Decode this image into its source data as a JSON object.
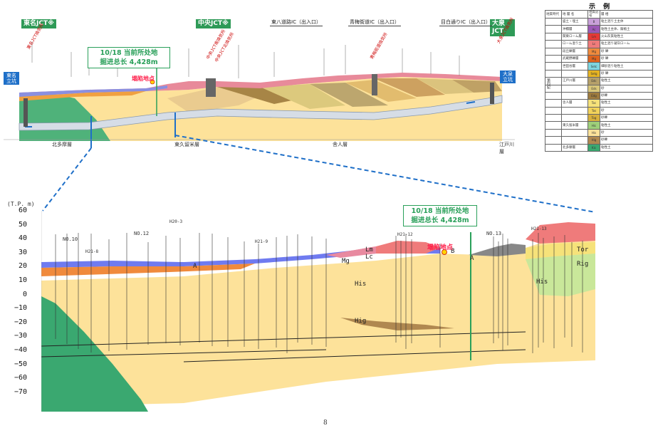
{
  "top_profile": {
    "jcts": {
      "left": "東名JCT",
      "center": "中央JCT",
      "right": "大泉JCT"
    },
    "jct_mark": "※",
    "shafts": {
      "left": "東名立坑",
      "right": "大泉立坑"
    },
    "ic_labels": [
      "東八道路IC",
      "青梅街道IC",
      "目白通りIC"
    ],
    "ic_suffix": "（出入口）",
    "station_labels": [
      "東名JCT換気所",
      "中央JCT南換気所",
      "中央JCT北換気所",
      "青梅街道換気所",
      "大泉JCT換気所"
    ],
    "progress_note": {
      "date_line": "10/18 当前所处地",
      "length_line": "掘进总长 4,428m"
    },
    "collapse_label": "塌陷地点",
    "bottom_layers": [
      "北多摩層",
      "東久留米層",
      "舎人層",
      "江戸川層"
    ]
  },
  "legend": {
    "title": "示 例",
    "header": [
      "地質時代",
      "地 層 名",
      "地質記号",
      "層 相"
    ],
    "eras": [
      "第四紀"
    ],
    "rows": [
      {
        "name": "盛土・埋土",
        "code": "B",
        "desc": "粘土混り土主体",
        "color": "#c8a0d8"
      },
      {
        "name": "沖積層",
        "code": "Ac",
        "desc": "粘性土主体、腐植土",
        "color": "#9b59b6"
      },
      {
        "name": "関東ローム層",
        "code": "Lm",
        "desc": "火山灰質粘性土",
        "color": "#e53935"
      },
      {
        "name": "ローム混り土",
        "code": "Lc",
        "desc": "粘土混り凝灰ローム",
        "color": "#ef7b7b"
      },
      {
        "name": "段丘礫層",
        "code": "Mg",
        "desc": "砂 礫",
        "color": "#f08a3c"
      },
      {
        "name": "武蔵野礫層",
        "code": "Mg",
        "desc": "砂 礫",
        "color": "#e0641e"
      },
      {
        "name": "世田谷層",
        "code": "Setc",
        "desc": "細砂混り粘性土",
        "color": "#7ed6e0"
      },
      {
        "name": "",
        "code": "Setg",
        "desc": "砂 礫",
        "color": "#e6b422"
      },
      {
        "name": "江戸川層",
        "code": "Edc",
        "desc": "粘性土",
        "color": "#b5a06a"
      },
      {
        "name": "",
        "code": "Eds",
        "desc": "砂",
        "color": "#d9c77a"
      },
      {
        "name": "",
        "code": "Edg",
        "desc": "砂礫",
        "color": "#9e7b3e"
      },
      {
        "name": "舎人層",
        "code": "Toc",
        "desc": "粘性土",
        "color": "#f6e27a"
      },
      {
        "name": "",
        "code": "Tos",
        "desc": "砂",
        "color": "#f2d35a"
      },
      {
        "name": "",
        "code": "Tog",
        "desc": "砂礫",
        "color": "#d8b03c"
      },
      {
        "name": "東久留米層",
        "code": "Hic",
        "desc": "粘性土",
        "color": "#9ed07a"
      },
      {
        "name": "",
        "code": "His",
        "desc": "砂",
        "color": "#fde29a"
      },
      {
        "name": "",
        "code": "Hig",
        "desc": "砂礫",
        "color": "#b08850"
      },
      {
        "name": "北多摩層",
        "code": "Kic",
        "desc": "粘性土",
        "color": "#3aa870"
      }
    ]
  },
  "section": {
    "y_axis_label": "(T.P. m)",
    "y_ticks": [
      "60",
      "50",
      "40",
      "30",
      "20",
      "10",
      "0",
      "−10",
      "−20",
      "−30",
      "−40",
      "−50",
      "−60",
      "−70"
    ],
    "progress_note": {
      "date_line": "10/18 当前所处地",
      "length_line": "掘进总长 4,428m"
    },
    "collapse_label": "塌陷地点",
    "collapse_point": "B",
    "layer_labels": {
      "lm": "Lm",
      "lc": "Lc",
      "mg": "Mg",
      "his_left": "His",
      "hig": "Hig",
      "his_right": "His",
      "a_left": "A",
      "a_right": "A",
      "tor": "Tor",
      "rig": "Rig"
    },
    "borehole_labels": [
      "NO.10",
      "NO.12",
      "H21-8",
      "H21-9",
      "H21-12",
      "NO.13",
      "H21-13",
      "H20-3"
    ]
  },
  "page_number": "8"
}
